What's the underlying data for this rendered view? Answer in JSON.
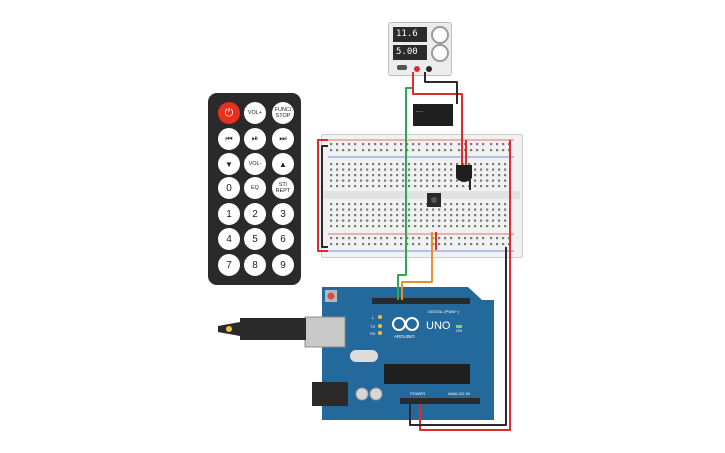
{
  "power_supply": {
    "voltage": "11.6 V",
    "current": "5.00 A"
  },
  "remote": {
    "rows": [
      [
        {
          "label": "⏻",
          "icon": "power-icon",
          "kind": "power"
        },
        {
          "label": "VOL+",
          "kind": "txt"
        },
        {
          "label": "FUNC/ STOP",
          "kind": "txt"
        }
      ],
      [
        {
          "label": "⏮",
          "icon": "previous-icon",
          "kind": "icon"
        },
        {
          "label": "⏯",
          "icon": "play-pause-icon",
          "kind": "icon"
        },
        {
          "label": "⏭",
          "icon": "next-icon",
          "kind": "icon"
        }
      ],
      [
        {
          "label": "▼",
          "icon": "down-icon",
          "kind": "icon"
        },
        {
          "label": "VOL-",
          "kind": "txt"
        },
        {
          "label": "▲",
          "icon": "up-icon",
          "kind": "icon"
        }
      ],
      [
        {
          "label": "0",
          "kind": "num"
        },
        {
          "label": "EQ",
          "kind": "txt"
        },
        {
          "label": "ST/ REPT",
          "kind": "txt"
        }
      ],
      [
        {
          "label": "1",
          "kind": "num"
        },
        {
          "label": "2",
          "kind": "num"
        },
        {
          "label": "3",
          "kind": "num"
        }
      ],
      [
        {
          "label": "4",
          "kind": "num"
        },
        {
          "label": "5",
          "kind": "num"
        },
        {
          "label": "6",
          "kind": "num"
        }
      ],
      [
        {
          "label": "7",
          "kind": "num"
        },
        {
          "label": "8",
          "kind": "num"
        },
        {
          "label": "9",
          "kind": "num"
        }
      ]
    ]
  },
  "arduino": {
    "brand": "ARDUINO",
    "model": "UNO",
    "digital_label": "DIGITAL (PWM~)",
    "power_label": "POWER",
    "analog_label": "ANALOG IN",
    "on_label": "ON",
    "tx_label": "TX",
    "rx_label": "RX",
    "l_label": "L"
  },
  "colors": {
    "board": "#23699b",
    "wire_red": "#e02b2b",
    "wire_black": "#2a2a2a",
    "wire_green": "#2fa84f",
    "wire_orange": "#e8902c",
    "remote_body": "#2a2a2a",
    "remote_power": "#e7301f"
  }
}
